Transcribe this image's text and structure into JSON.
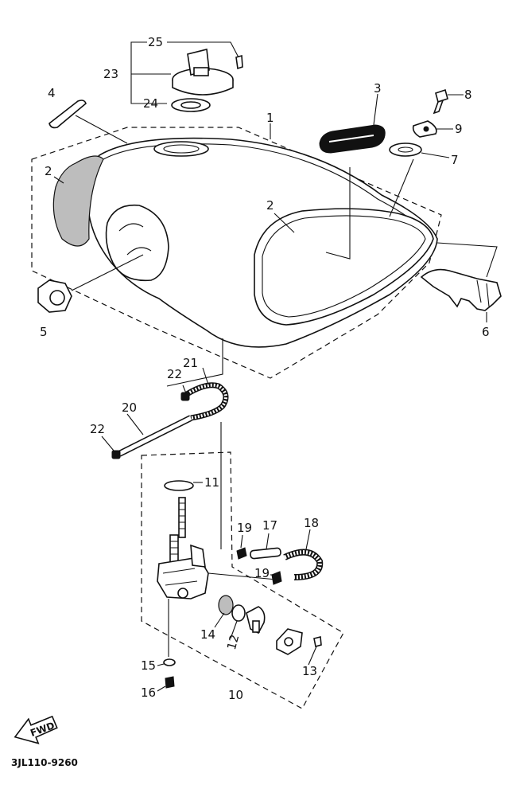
{
  "diagram_code": "3JL110-9260",
  "fwd_label": "FWD",
  "callouts": {
    "c1": "1",
    "c2a": "2",
    "c2b": "2",
    "c3": "3",
    "c4": "4",
    "c5": "5",
    "c6": "6",
    "c7": "7",
    "c8": "8",
    "c9": "9",
    "c10": "10",
    "c11": "11",
    "c12": "12",
    "c13": "13",
    "c14": "14",
    "c15": "15",
    "c16": "16",
    "c17": "17",
    "c18": "18",
    "c19a": "19",
    "c19b": "19",
    "c20": "20",
    "c21": "21",
    "c22a": "22",
    "c22b": "22",
    "c23": "23",
    "c24": "24",
    "c25": "25"
  }
}
